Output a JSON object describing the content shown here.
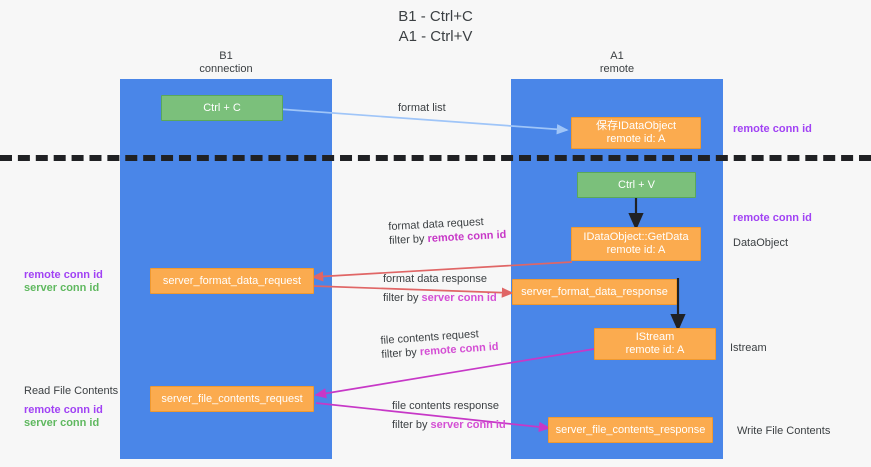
{
  "title": {
    "line1": "B1 - Ctrl+C",
    "line2": "A1 - Ctrl+V"
  },
  "columns": [
    {
      "name": "B1",
      "sub": "connection"
    },
    {
      "name": "A1",
      "sub": "remote"
    }
  ],
  "nodes": {
    "ctrl_c": {
      "label": "Ctrl + C"
    },
    "ctrl_v": {
      "label": "Ctrl + V"
    },
    "idataobject": {
      "line1": "保存IDataObject",
      "line2": "remote id: A"
    },
    "getdata": {
      "line1": "IDataObject::GetData",
      "line2": "remote id: A"
    },
    "istream": {
      "line1": "IStream",
      "line2": "remote id: A"
    },
    "server_format_data_request": {
      "label": "server_format_data_request"
    },
    "server_format_data_response": {
      "label": "server_format_data_response"
    },
    "server_file_contents_request": {
      "label": "server_file_contents_request"
    },
    "server_file_contents_response": {
      "label": "server_file_contents_response"
    }
  },
  "edges": {
    "format_list": {
      "label": "format list"
    },
    "format_data_request": {
      "line1": "format data request",
      "line2_prefix": "filter by ",
      "line2_key": "remote conn id"
    },
    "format_data_response": {
      "line1": "format data response",
      "line2_prefix": "filter by ",
      "line2_key": "server conn id"
    },
    "file_contents_request": {
      "line1": "file contents request",
      "line2_prefix": "filter by ",
      "line2_key": "remote conn id"
    },
    "file_contents_response": {
      "line1": "file contents response",
      "line2_prefix": "filter by ",
      "line2_key": "server conn id"
    }
  },
  "annotations": {
    "right_remote_conn_id_top": "remote conn id",
    "right_remote_conn_id_mid": "remote conn id",
    "right_dataobject": "DataObject",
    "right_istream": "Istream",
    "right_write_file_contents": "Write File Contents",
    "left_read_file_contents": "Read File Contents",
    "left_remote_conn_id_mid": "remote conn id",
    "left_server_conn_id_mid": "server conn id",
    "left_remote_conn_id_bot": "remote conn id",
    "left_server_conn_id_bot": "server conn id"
  },
  "colors": {
    "lane": "#4a86e8",
    "green_node": "#7bc07b",
    "orange_node": "#fbab4f",
    "remote_conn_id": "#a142f4",
    "server_conn_id": "#5fb85f",
    "divider": "#202124",
    "arrow_blue": "#9fc5f8",
    "arrow_red": "#e06666",
    "arrow_magenta": "#c738c7",
    "arrow_black": "#202124"
  }
}
